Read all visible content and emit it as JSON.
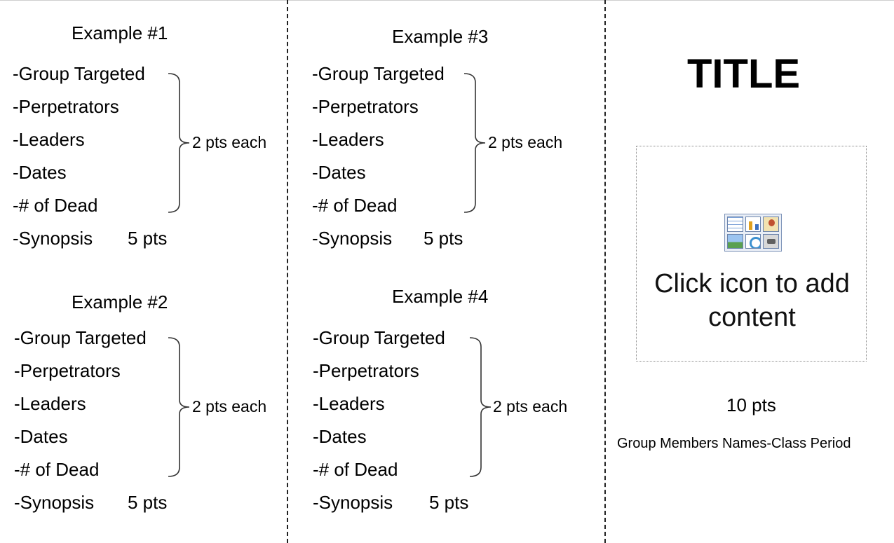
{
  "examples": [
    {
      "title": "Example #1",
      "items": [
        "-Group Targeted",
        "-Perpetrators",
        "-Leaders",
        "-Dates",
        "-# of Dead",
        "-Synopsis"
      ],
      "synopsis_points": "5 pts",
      "brace_label": "2 pts each"
    },
    {
      "title": "Example #2",
      "items": [
        "-Group Targeted",
        "-Perpetrators",
        "-Leaders",
        "-Dates",
        "-# of Dead",
        "-Synopsis"
      ],
      "synopsis_points": "5 pts",
      "brace_label": "2 pts each"
    },
    {
      "title": "Example #3",
      "items": [
        "-Group Targeted",
        "-Perpetrators",
        "-Leaders",
        "-Dates",
        "-# of Dead",
        "-Synopsis"
      ],
      "synopsis_points": "5 pts",
      "brace_label": "2 pts each"
    },
    {
      "title": "Example #4",
      "items": [
        "-Group Targeted",
        "-Perpetrators",
        "-Leaders",
        "-Dates",
        "-# of Dead",
        "-Synopsis"
      ],
      "synopsis_points": "5 pts",
      "brace_label": "2 pts each"
    }
  ],
  "cover": {
    "title": "TITLE",
    "placeholder_text": "Click icon to add content",
    "placeholder_icon": "content-placeholder-icons",
    "points": "10 pts",
    "members": "Group Members Names-Class Period"
  }
}
